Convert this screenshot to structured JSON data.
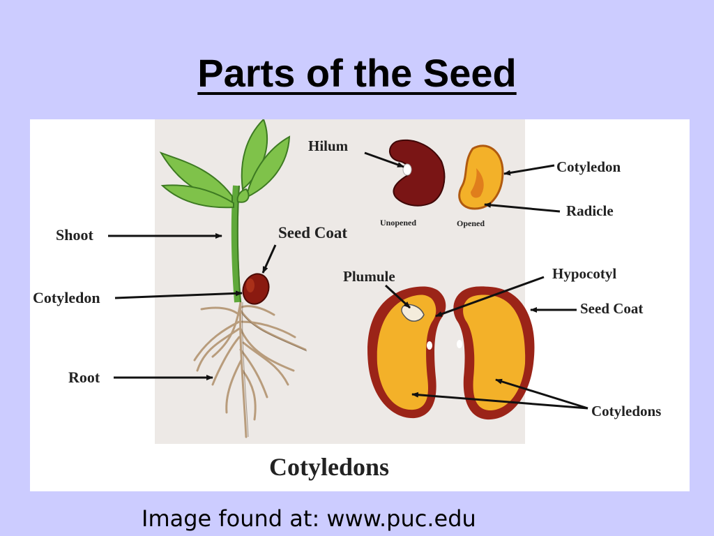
{
  "title": "Parts of the Seed",
  "labels": {
    "shoot": "Shoot",
    "cotyledon_plant": "Cotyledon",
    "root": "Root",
    "seed_coat_plant": "Seed Coat",
    "hilum": "Hilum",
    "unopened": "Unopened",
    "opened": "Opened",
    "cotyledon_seed": "Cotyledon",
    "radicle": "Radicle",
    "plumule": "Plumule",
    "hypocotyl": "Hypocotyl",
    "seed_coat_half": "Seed Coat",
    "cotyledons": "Cotyledons",
    "caption": "Cotyledons"
  },
  "footer": "Image found at: www.puc.edu",
  "colors": {
    "background": "#ccccff",
    "panel": "#ffffff",
    "diagram_bg": "#ede9e6",
    "leaf": "#7fc24a",
    "bean_dark": "#7a1515",
    "cotyledon_fill": "#f3b129",
    "seed_coat_red": "#9b2418",
    "root": "#b89c7c"
  }
}
